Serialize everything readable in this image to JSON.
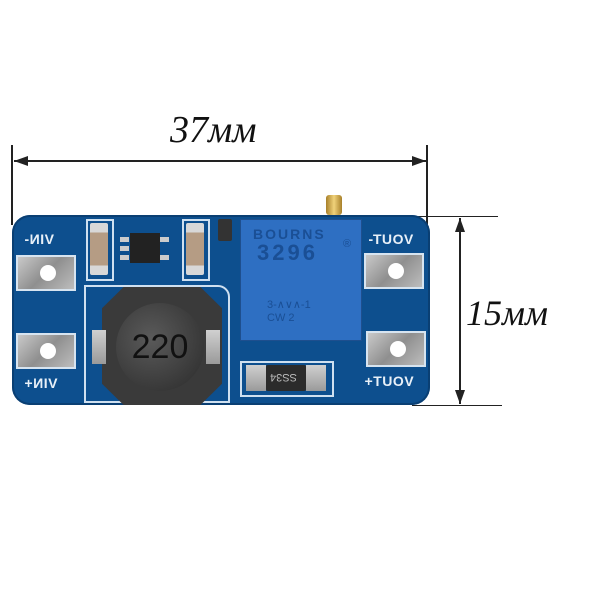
{
  "dimensions": {
    "width_label": "37мм",
    "height_label": "15мм"
  },
  "board": {
    "color": "#0d4f8e",
    "labels": {
      "vin_minus": "VIN-",
      "vin_plus": "VIN+",
      "vout_minus": "VOUT-",
      "vout_plus": "VOUT+"
    },
    "inductor_marking": "220",
    "potentiometer": {
      "brand": "BOURNS",
      "model": "3296",
      "registered": "®",
      "pin_marking": "3-∧∨∧-1",
      "cw_marking": "CW 2"
    },
    "diode_marking": "SS34"
  }
}
